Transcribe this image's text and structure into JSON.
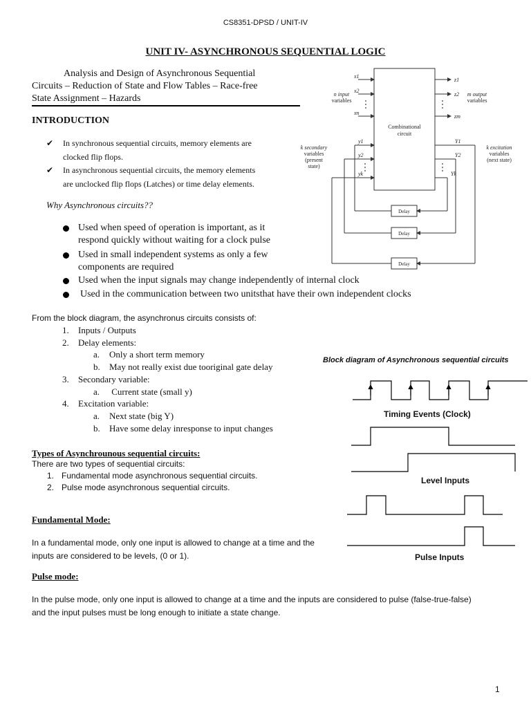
{
  "header": "CS8351-DPSD / UNIT-IV",
  "title": "UNIT IV- ASYNCHRONOUS SEQUENTIAL LOGIC",
  "topics": {
    "line1": "Analysis and Design of Asynchronous Sequential",
    "line2": "Circuits – Reduction of State and Flow Tables – Race-free",
    "line3": "State Assignment – Hazards"
  },
  "introduction": {
    "heading": "INTRODUCTION",
    "checks": [
      {
        "line1": "In synchronous sequential circuits, memory elements are",
        "line2": "clocked flip flops."
      },
      {
        "line1": "In asynchronous sequential circuits, the memory elements",
        "line2": "are unclocked flip flops (Latches) or time delay elements."
      }
    ],
    "why": "Why Asynchronous circuits??",
    "bullets": [
      {
        "line1": "Used when speed of operation is important, as it",
        "line2": "respond quickly without waiting for a clock pulse"
      },
      {
        "line1": "Used in small independent systems as only a few",
        "line2": "components are required"
      },
      {
        "line1": "Used when the input signals may change independently of internal clock",
        "line2": ""
      },
      {
        "line1": "Used in the communication between two unitsthat have their own independent clocks",
        "line2": ""
      }
    ]
  },
  "block": {
    "intro": "From the block diagram, the asynchronus circuits consists of:",
    "items": [
      {
        "num": "1.",
        "text": "Inputs / Outputs",
        "subs": []
      },
      {
        "num": "2.",
        "text": "Delay elements:",
        "subs": [
          {
            "num": "a.",
            "text": "Only a short term memory"
          },
          {
            "num": "b.",
            "text": "May not really exist due tooriginal gate delay"
          }
        ]
      },
      {
        "num": "3.",
        "text": "Secondary variable:",
        "subs": [
          {
            "num": "a.",
            "text": " Current state (small y)"
          }
        ]
      },
      {
        "num": "4.",
        "text": "Excitation variable:",
        "subs": [
          {
            "num": "a.",
            "text": "Next state (big Y)"
          },
          {
            "num": "b.",
            "text": "Have some delay inresponse to input changes"
          }
        ]
      }
    ]
  },
  "types": {
    "heading": "Types of Asynchrounous sequential circuits:",
    "intro": "There are  two types of sequential circuits:",
    "items": [
      {
        "num": "1.",
        "text": "Fundamental mode asynchronous sequential circuits."
      },
      {
        "num": "2.",
        "text": "Pulse mode asynchronous sequential circuits."
      }
    ]
  },
  "fundamental": {
    "heading": "Fundamental Mode:",
    "line1": "In a fundamental mode, only one input is allowed to change at a time and the",
    "line2": "inputs are considered to be levels, (0 or 1)."
  },
  "pulse": {
    "heading": "Pulse mode:",
    "line1": "In the pulse mode, only one input is allowed to change at a time and the inputs are considered to pulse (false-true-false)",
    "line2": "and the input pulses must be long enough to initiate a state change."
  },
  "diagram": {
    "combinational": "Combinational",
    "circuit": "circuit",
    "n_input_1": "n input",
    "n_input_2": "variables",
    "m_output_1": "m output",
    "m_output_2": "variables",
    "k_secondary": [
      "k secondary",
      "variables",
      "(present",
      "state)"
    ],
    "k_excitation": [
      "k excitation",
      "variables",
      "(next state)"
    ],
    "inputs": [
      "x1",
      "x2",
      "xn"
    ],
    "outputs": [
      "z1",
      "z2",
      "zm"
    ],
    "secondaries": [
      "y1",
      "y2",
      "yk"
    ],
    "excitations": [
      "Y1",
      "Y2",
      "Yk"
    ],
    "delay": "Delay",
    "caption": "Block diagram of Asynchronous sequential circuits"
  },
  "waveforms": {
    "clock_label": "Timing Events (Clock)",
    "level_label": "Level Inputs",
    "pulse_label": "Pulse Inputs"
  },
  "page_number": "1"
}
